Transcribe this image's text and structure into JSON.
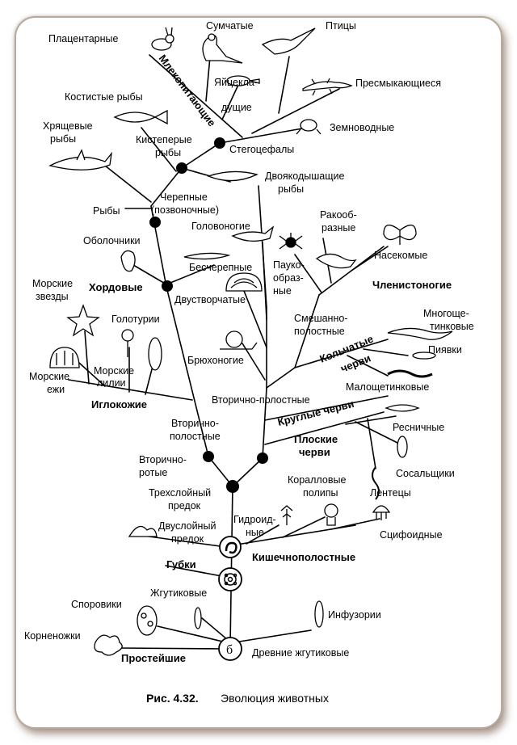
{
  "figure": {
    "caption_number": "Рис. 4.32.",
    "caption_title": "Эволюция животных"
  },
  "labels": {
    "placental": "Плацентарные",
    "marsupials": "Сумчатые",
    "birds": "Птицы",
    "mammals": "Млекопитающие",
    "monotremes_1": "Яйцекла-",
    "monotremes_2": "дущие",
    "reptiles": "Пресмыкающиеся",
    "bony_fish": "Костистые рыбы",
    "amphibians": "Земноводные",
    "cartilaginous_1": "Хрящевые",
    "cartilaginous_2": "рыбы",
    "lobe_finned_1": "Кистеперые",
    "lobe_finned_2": "рыбы",
    "stegocephals": "Стегоцефалы",
    "lungfish_1": "Двоякодышащие",
    "lungfish_2": "рыбы",
    "fish": "Рыбы",
    "craniates_1": "Черепные",
    "craniates_2": "(позвоночные)",
    "cephalopods": "Головоногие",
    "crustaceans_1": "Ракооб-",
    "crustaceans_2": "разные",
    "insects": "Насекомые",
    "tunicates": "Оболочники",
    "arachnids_1": "Пауко-",
    "arachnids_2": "образ-",
    "arachnids_3": "ные",
    "acrania": "Бесчерепные",
    "chordates": "Хордовые",
    "bivalves": "Двустворчатые",
    "arthropods": "Членистоногие",
    "sea_stars_1": "Морские",
    "sea_stars_2": "звезды",
    "sea_cucumbers": "Голотурии",
    "mixocoel_1": "Смешанно-",
    "mixocoel_2": "полостные",
    "polychaetes_1": "Многоще-",
    "polychaetes_2": "тинковые",
    "annelids_1": "Кольчатые",
    "annelids_2": "черви",
    "leeches": "Пиявки",
    "gastropods": "Брюхоногие",
    "sea_urchins_1": "Морские",
    "sea_urchins_2": "ежи",
    "sea_lilies_1": "Морские",
    "sea_lilies_2": "лилии",
    "oligochaetes": "Малощетинковые",
    "echinoderms": "Иглокожие",
    "secondary_cavity": "Вторично-полостные",
    "roundworms": "Круглые черви",
    "ciliated": "Ресничные",
    "secondary_cavity_b_1": "Вторично-",
    "secondary_cavity_b_2": "полостные",
    "flatworms_1": "Плоские",
    "flatworms_2": "черви",
    "deuterostomes_1": "Вторично-",
    "deuterostomes_2": "ротые",
    "flukes": "Сосальщики",
    "corals_1": "Коралловые",
    "corals_2": "полипы",
    "triploblastic_1": "Трехслойный",
    "triploblastic_2": "предок",
    "tapeworms": "Лентецы",
    "hydroids_1": "Гидроид-",
    "hydroids_2": "ные",
    "diploblastic_1": "Двуслойный",
    "diploblastic_2": "предок",
    "scyphozoa": "Сцифоидные",
    "sponges": "Губки",
    "cnidarians": "Кишечнополостные",
    "sporozoa": "Споровики",
    "flagellates": "Жгутиковые",
    "ciliates": "Инфузории",
    "rhizopods": "Корненожки",
    "ancient_flagellates": "Древние жгутиковые",
    "protozoa": "Простейшие"
  }
}
